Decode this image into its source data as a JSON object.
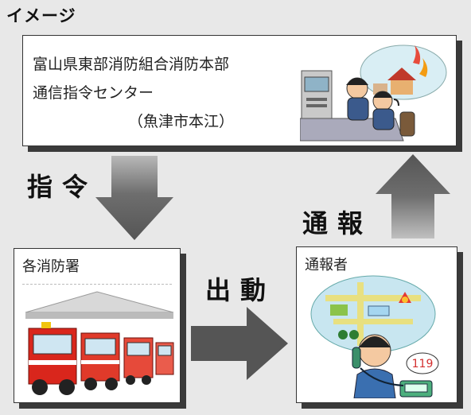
{
  "title": "イメージ",
  "hq": {
    "line1": "富山県東部消防組合消防本部",
    "line2": "通信指令センター",
    "line3": "（魚津市本江）"
  },
  "station": {
    "label": "各消防署"
  },
  "reporter": {
    "label": "通報者"
  },
  "arrows": {
    "command": "指令",
    "report": "通報",
    "dispatch": "出動"
  },
  "phone_number": "119"
}
